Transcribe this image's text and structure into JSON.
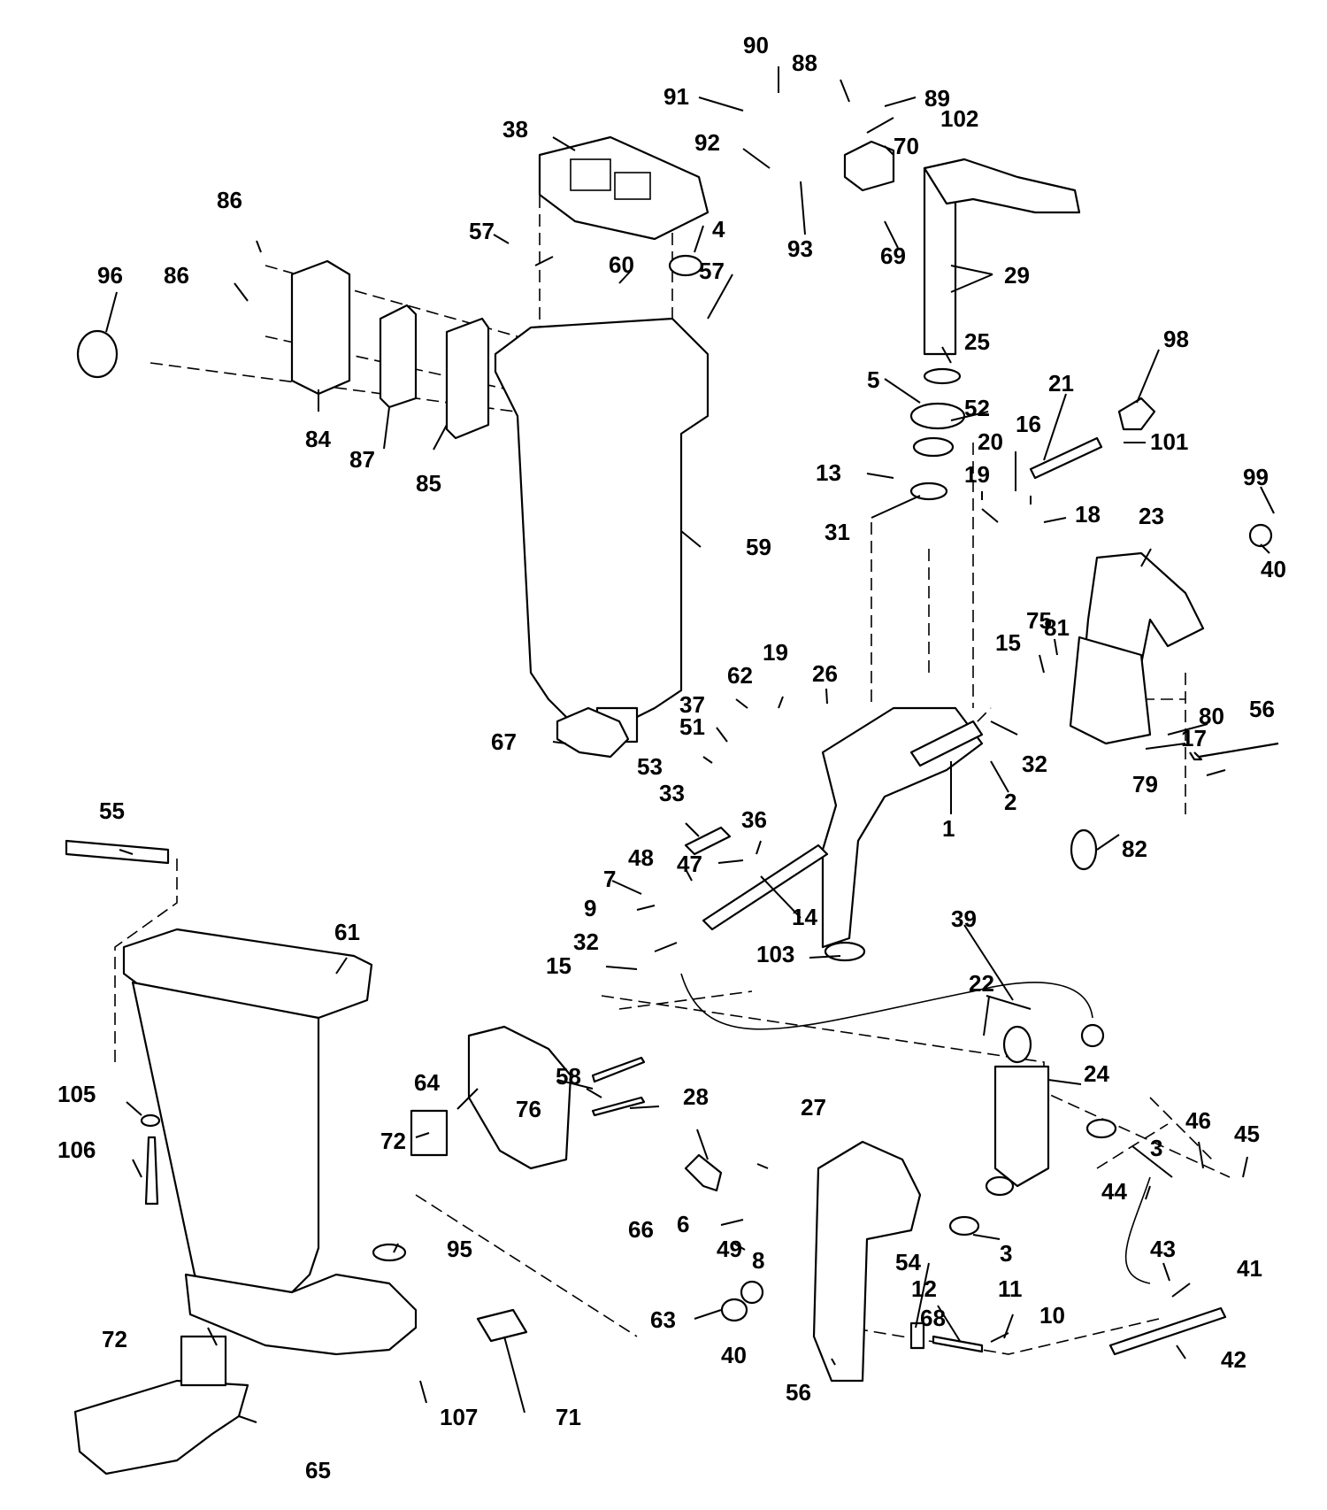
{
  "callouts": {
    "c1": "1",
    "c2": "2",
    "c3a": "3",
    "c3b": "3",
    "c4": "4",
    "c5": "5",
    "c6": "6",
    "c7": "7",
    "c8": "8",
    "c9": "9",
    "c10": "10",
    "c11": "11",
    "c12": "12",
    "c13": "13",
    "c14": "14",
    "c15a": "15",
    "c15b": "15",
    "c16": "16",
    "c17": "17",
    "c18": "18",
    "c19a": "19",
    "c19b": "19",
    "c20": "20",
    "c21": "21",
    "c22": "22",
    "c23": "23",
    "c24": "24",
    "c25": "25",
    "c26": "26",
    "c27": "27",
    "c28": "28",
    "c29": "29",
    "c31": "31",
    "c32a": "32",
    "c32b": "32",
    "c33": "33",
    "c36": "36",
    "c37": "37",
    "c38": "38",
    "c39": "39",
    "c40a": "40",
    "c40b": "40",
    "c41": "41",
    "c42": "42",
    "c43": "43",
    "c44": "44",
    "c45": "45",
    "c46": "46",
    "c47": "47",
    "c48": "48",
    "c49": "49",
    "c51": "51",
    "c52": "52",
    "c53": "53",
    "c54": "54",
    "c55": "55",
    "c56a": "56",
    "c56b": "56",
    "c57a": "57",
    "c57b": "57",
    "c58": "58",
    "c59": "59",
    "c60": "60",
    "c61": "61",
    "c62": "62",
    "c63": "63",
    "c64": "64",
    "c65": "65",
    "c66": "66",
    "c67": "67",
    "c68": "68",
    "c69": "69",
    "c70": "70",
    "c71": "71",
    "c72a": "72",
    "c72b": "72",
    "c75": "75",
    "c76": "76",
    "c79": "79",
    "c80": "80",
    "c81": "81",
    "c82": "82",
    "c84": "84",
    "c85": "85",
    "c86a": "86",
    "c86b": "86",
    "c87": "87",
    "c88": "88",
    "c89": "89",
    "c90": "90",
    "c91": "91",
    "c92": "92",
    "c93": "93",
    "c95": "95",
    "c96": "96",
    "c98": "98",
    "c99": "99",
    "c101": "101",
    "c102": "102",
    "c103": "103",
    "c105": "105",
    "c106": "106",
    "c107": "107"
  }
}
